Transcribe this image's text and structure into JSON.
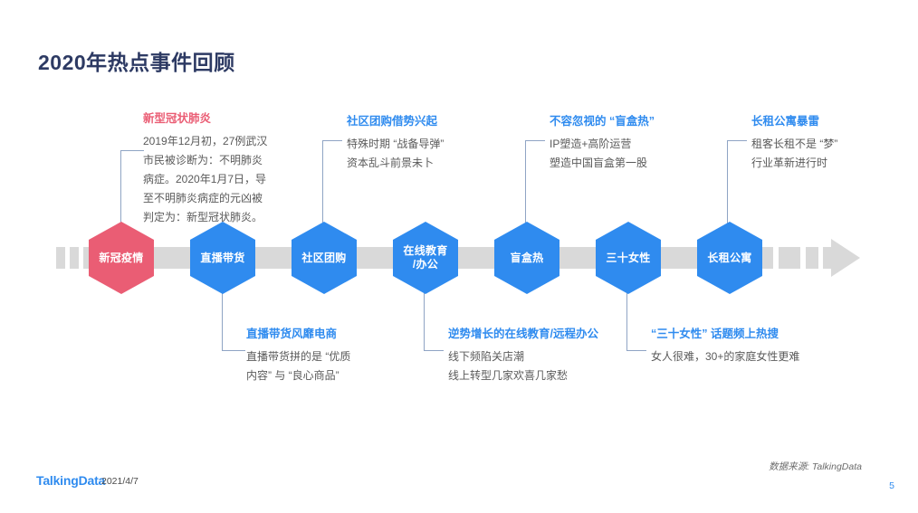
{
  "slide": {
    "title": "2020年热点事件回顾",
    "title_color": "#2d3a63",
    "accent_blue": "#2f8bef",
    "accent_pink": "#ea5d74",
    "bar_color": "#d9d9d9"
  },
  "timeline": {
    "nodes": [
      {
        "id": "node-covid",
        "label_line1": "新冠疫情",
        "label_line2": "",
        "color": "pink",
        "position": "top"
      },
      {
        "id": "node-livestream",
        "label_line1": "直播带货",
        "label_line2": "",
        "color": "blue",
        "position": "bottom"
      },
      {
        "id": "node-groupbuy",
        "label_line1": "社区团购",
        "label_line2": "",
        "color": "blue",
        "position": "top"
      },
      {
        "id": "node-education",
        "label_line1": "在线教育",
        "label_line2": "/办公",
        "color": "blue",
        "position": "bottom"
      },
      {
        "id": "node-blindbox",
        "label_line1": "盲盒热",
        "label_line2": "",
        "color": "blue",
        "position": "top"
      },
      {
        "id": "node-women30",
        "label_line1": "三十女性",
        "label_line2": "",
        "color": "blue",
        "position": "bottom"
      },
      {
        "id": "node-rental",
        "label_line1": "长租公寓",
        "label_line2": "",
        "color": "blue",
        "position": "top"
      }
    ]
  },
  "annotations_top": [
    {
      "id": "annot-covid",
      "title": "新型冠状肺炎",
      "title_color": "pink",
      "lines": [
        "2019年12月初，27例武汉",
        "市民被诊断为：不明肺炎",
        "病症。2020年1月7日，导",
        "至不明肺炎病症的元凶被",
        "判定为：新型冠状肺炎。"
      ]
    },
    {
      "id": "annot-groupbuy",
      "title": "社区团购借势兴起",
      "title_color": "blue",
      "lines": [
        "特殊时期 “战备导弹”",
        "资本乱斗前景未卜"
      ]
    },
    {
      "id": "annot-blindbox",
      "title": "不容忽视的 “盲盒热”",
      "title_color": "blue",
      "lines": [
        "IP塑造+高阶运营",
        "塑造中国盲盒第一股"
      ]
    },
    {
      "id": "annot-rental",
      "title": "长租公寓暴雷",
      "title_color": "blue",
      "lines": [
        "租客长租不是 “梦”",
        "行业革新进行时"
      ]
    }
  ],
  "annotations_bottom": [
    {
      "id": "annot-livestream",
      "title": "直播带货风靡电商",
      "title_color": "blue",
      "lines": [
        "直播带货拼的是 “优质",
        "内容” 与 “良心商品”"
      ]
    },
    {
      "id": "annot-education",
      "title": "逆势增长的在线教育/远程办公",
      "title_color": "blue",
      "lines": [
        "线下频陷关店潮",
        "线上转型几家欢喜几家愁"
      ]
    },
    {
      "id": "annot-women30",
      "title": "“三十女性” 话题频上热搜",
      "title_color": "blue",
      "lines": [
        "女人很难，30+的家庭女性更难"
      ]
    }
  ],
  "footer": {
    "logo": "TalkingData",
    "date": "2021/4/7",
    "source": "数据来源: TalkingData",
    "page_number": "5"
  }
}
